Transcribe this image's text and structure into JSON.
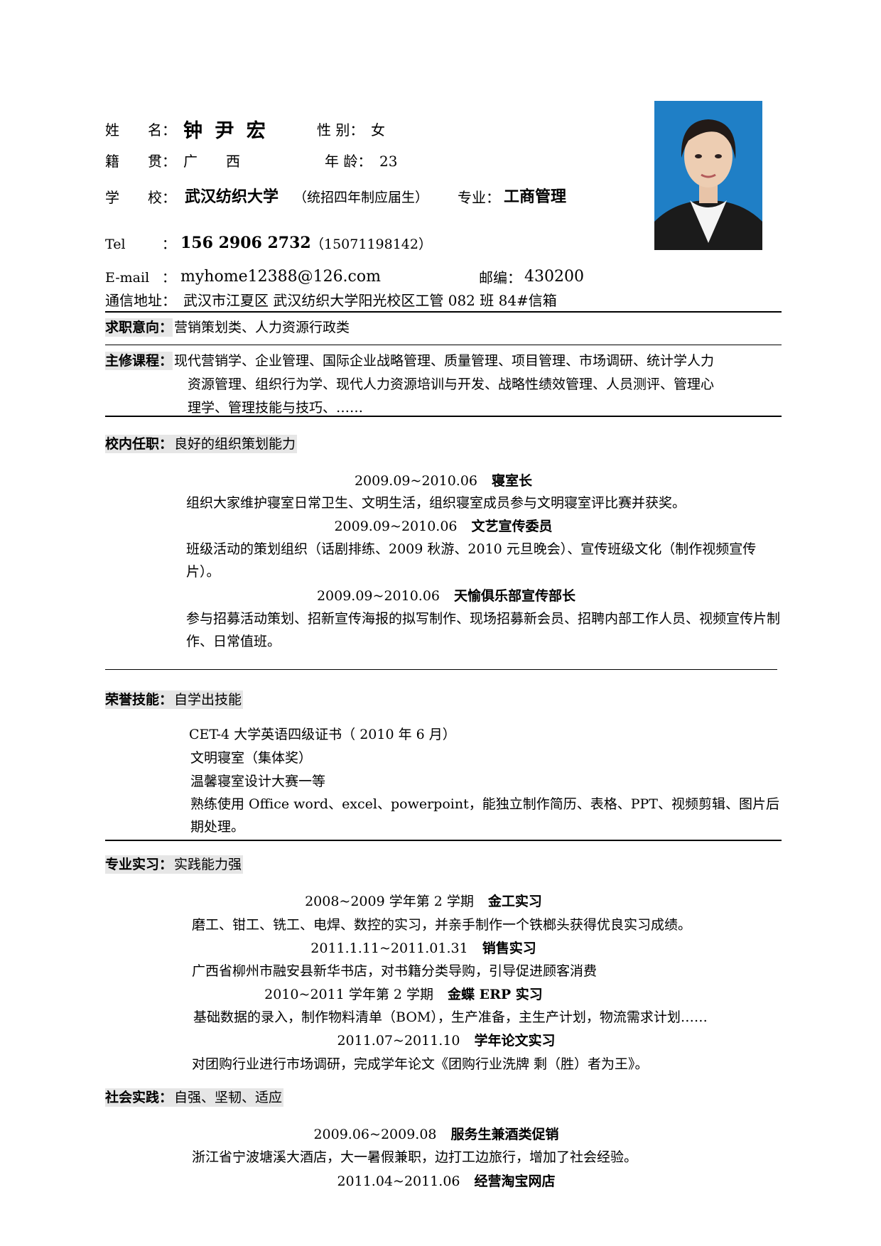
{
  "header": {
    "name_label": "姓　　名：",
    "name_value": "钟 尹 宏",
    "gender_label": "性  别：",
    "gender_value": "女",
    "origin_label": "籍　　贯：",
    "origin_value": "广　　西",
    "age_label": "年  龄：",
    "age_value": "23",
    "school_label": "学　　校：",
    "school_value": "武汉纺织大学",
    "school_note": "（统招四年制应届生）",
    "major_label": "专业：",
    "major_value": "工商管理",
    "tel_label": "Tel",
    "tel_sep": "：",
    "tel_value": "156  2906  2732",
    "tel_alt": "（15071198142）",
    "email_label": "E-mail",
    "email_sep": "：",
    "email_value": "myhome12388@126.com",
    "zip_label": "邮编：",
    "zip_value": "430200",
    "address_label": "通信地址：",
    "address_value": "武汉市江夏区 武汉纺织大学阳光校区工管 082 班 84#信箱"
  },
  "objective": {
    "label": "求职意向：",
    "value": "营销策划类、人力资源行政类"
  },
  "courses": {
    "label": "主修课程：",
    "line1": "现代营销学、企业管理、国际企业战略管理、质量管理、项目管理、市场调研、统计学人力",
    "line2": "资源管理、组织行为学、现代人力资源培训与开发、战略性绩效管理、人员测评、管理心",
    "line3": "理学、管理技能与技巧、……"
  },
  "campus": {
    "label": "校内任职：",
    "value": "良好的组织策划能力",
    "items": [
      {
        "date": "2009.09~2010.06",
        "role": "寝室长",
        "desc": "组织大家维护寝室日常卫生、文明生活，组织寝室成员参与文明寝室评比赛并获奖。"
      },
      {
        "date": "2009.09~2010.06",
        "role": "文艺宣传委员",
        "desc": "班级活动的策划组织（话剧排练、2009 秋游、2010 元旦晚会）、宣传班级文化（制作视频宣传片）。"
      },
      {
        "date": "2009.09~2010.06",
        "role": "天愉俱乐部宣传部长",
        "desc": "参与招募活动策划、招新宣传海报的拟写制作、现场招募新会员、招聘内部工作人员、视频宣传片制作、日常值班。"
      }
    ]
  },
  "honors": {
    "label": "荣誉技能：",
    "value": "自学出技能",
    "items": [
      "CET-4  大学英语四级证书（  2010 年 6 月）",
      "文明寝室（集体奖）",
      "温馨寝室设计大赛一等",
      "熟练使用 Office  word、excel、powerpoint，能独立制作简历、表格、PPT、视频剪辑、图片后期处理。"
    ]
  },
  "internship": {
    "label": "专业实习：",
    "value": "实践能力强",
    "items": [
      {
        "date": "2008~2009 学年第 2 学期",
        "role": "金工实习",
        "desc": "磨工、钳工、铣工、电焊、数控的实习，并亲手制作一个铁榔头获得优良实习成绩。"
      },
      {
        "date": "2011.1.11~2011.01.31",
        "role": "销售实习",
        "desc": "广西省柳州市融安县新华书店，对书籍分类导购，引导促进顾客消费"
      },
      {
        "date": "2010~2011 学年第 2 学期",
        "role": "金蝶 ERP 实习",
        "desc": "基础数据的录入，制作物料清单（BOM），生产准备，主生产计划，物流需求计划……"
      },
      {
        "date": "2011.07~2011.10",
        "role": "学年论文实习",
        "desc": "对团购行业进行市场调研，完成学年论文《团购行业洗牌  剩（胜）者为王》。"
      }
    ]
  },
  "social": {
    "label": "社会实践：",
    "value": "自强、坚韧、适应",
    "items": [
      {
        "date": "2009.06~2009.08",
        "role": "服务生兼酒类促销",
        "desc": "浙江省宁波塘溪大酒店，大一暑假兼职，边打工边旅行，增加了社会经验。"
      },
      {
        "date": "2011.04~2011.06",
        "role": "经营淘宝网店",
        "desc": ""
      }
    ]
  },
  "colors": {
    "section_bg": "#e6e6e6",
    "photo_bg": "#1f7fc6"
  },
  "photo": {
    "icon": "portrait-photo"
  }
}
